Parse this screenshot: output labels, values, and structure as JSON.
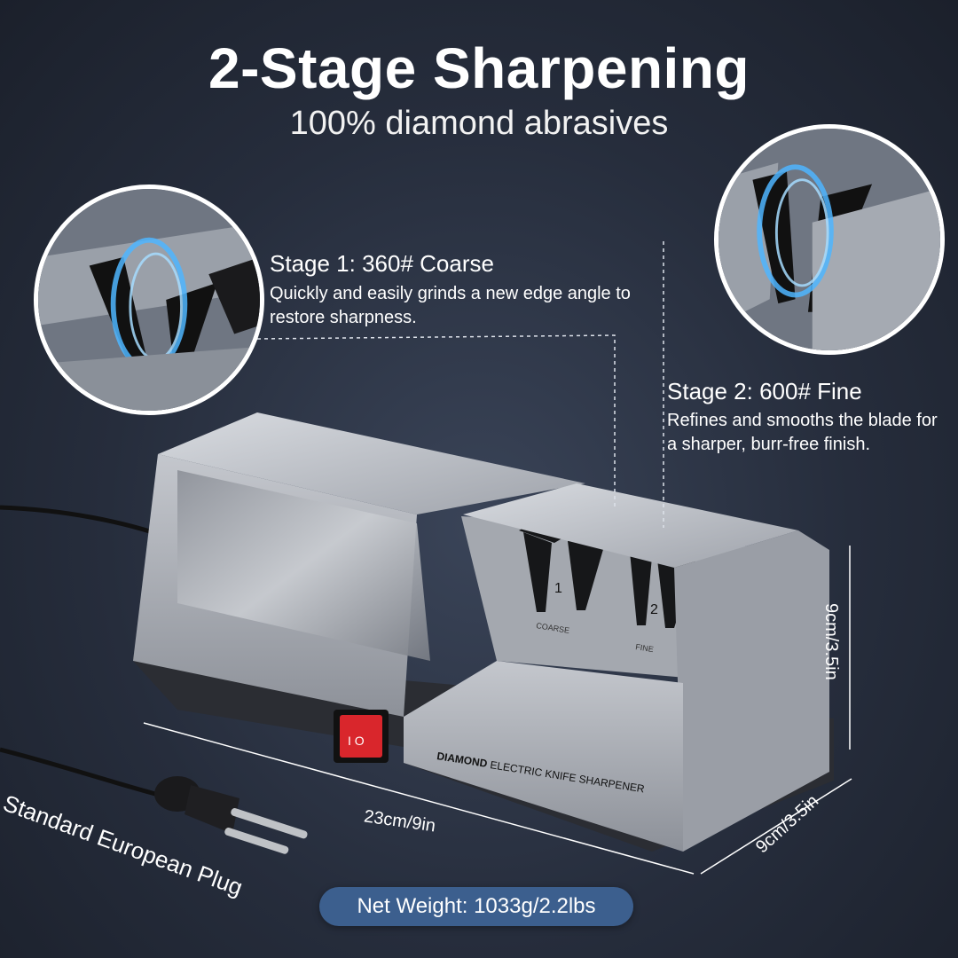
{
  "title": "2-Stage Sharpening",
  "subtitle": "100% diamond abrasives",
  "stage1": {
    "title": "Stage 1: 360# Coarse",
    "description": "Quickly and easily grinds a new edge angle to restore sharpness."
  },
  "stage2": {
    "title": "Stage 2: 600# Fine",
    "description": "Refines and smooths the blade for a sharper, burr-free finish."
  },
  "product": {
    "brand_label": "DIAMOND",
    "name_label": "ELECTRIC KNIFE SHARPENER",
    "slot1_number": "1",
    "slot2_number": "2",
    "slot1_label": "COARSE",
    "slot2_label": "FINE",
    "switch_label": "I  O"
  },
  "dimensions": {
    "height": "9cm/3.5in",
    "length": "23cm/9in",
    "depth": "9cm/3.5in"
  },
  "plug_label": "Standard European Plug",
  "weight": "Net Weight: 1033g/2.2lbs",
  "colors": {
    "background": "#262d3c",
    "badge": "#3c5f8e",
    "housing": "#b9bcc2",
    "base": "#2e3036",
    "switch": "#d9262c",
    "ring_glow": "#4fb6ff"
  }
}
